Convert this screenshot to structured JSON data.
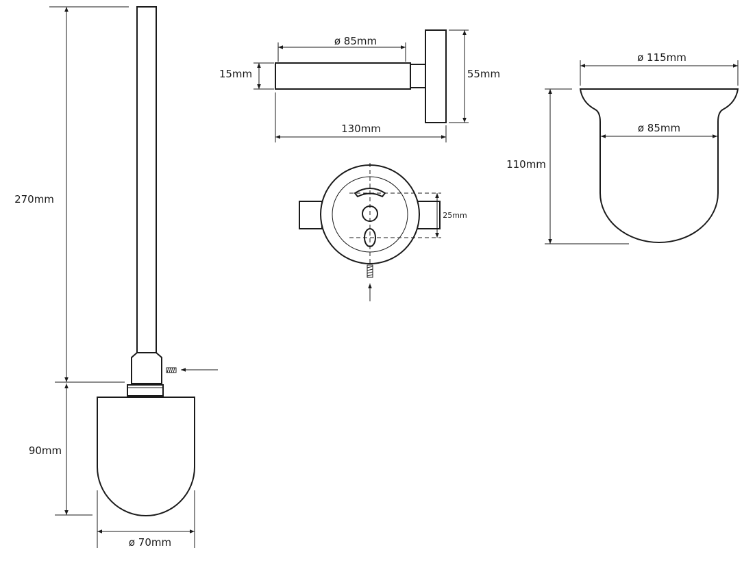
{
  "colors": {
    "line": "#1a1a1a",
    "background": "#ffffff"
  },
  "brush_set": {
    "handle_length_label": "270mm",
    "head_height_label": "90mm",
    "head_diameter_label": "ø 70mm"
  },
  "wall_holder": {
    "tube_diameter_label": "ø 85mm",
    "tube_height_label": "15mm",
    "depth_label": "130mm",
    "plate_height_label": "55mm",
    "mount_spacing_label": "25mm"
  },
  "bowl": {
    "outer_diameter_label": "ø 115mm",
    "inner_diameter_label": "ø 85mm",
    "height_label": "110mm"
  }
}
